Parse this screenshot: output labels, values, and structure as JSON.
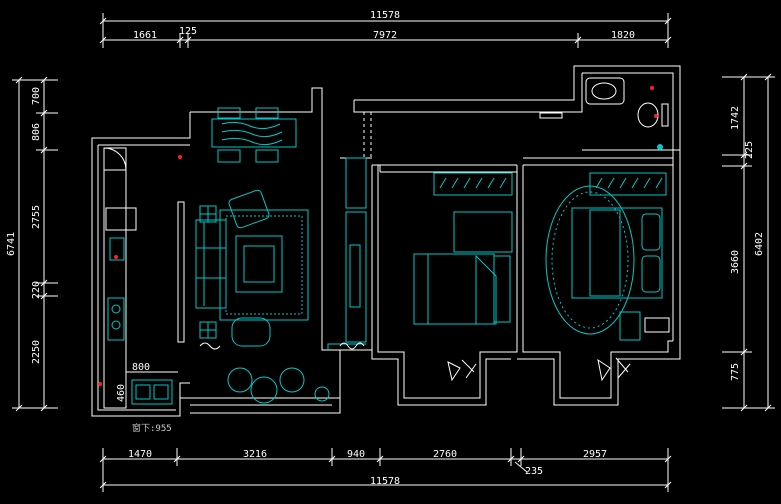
{
  "dimensions": {
    "top_total": "11578",
    "top_segments": [
      "1661",
      "125",
      "7972",
      "1820"
    ],
    "bottom_segments": [
      "1470",
      "3216",
      "940",
      "2760",
      "2957"
    ],
    "bottom_extra": "235",
    "bottom_total": "11578",
    "left_total": "6741",
    "left_segments": [
      "700",
      "806",
      "2755",
      "220",
      "2250"
    ],
    "right_total": "6402",
    "right_segments": [
      "1742",
      "225",
      "3660",
      "775"
    ],
    "interior": [
      "800",
      "460"
    ]
  },
  "notes": {
    "window_sill": "窗下:955"
  },
  "colors": {
    "walls": "#ffffff",
    "furniture": "#00c8c8",
    "markers": "#ff2020",
    "background": "#000000"
  }
}
